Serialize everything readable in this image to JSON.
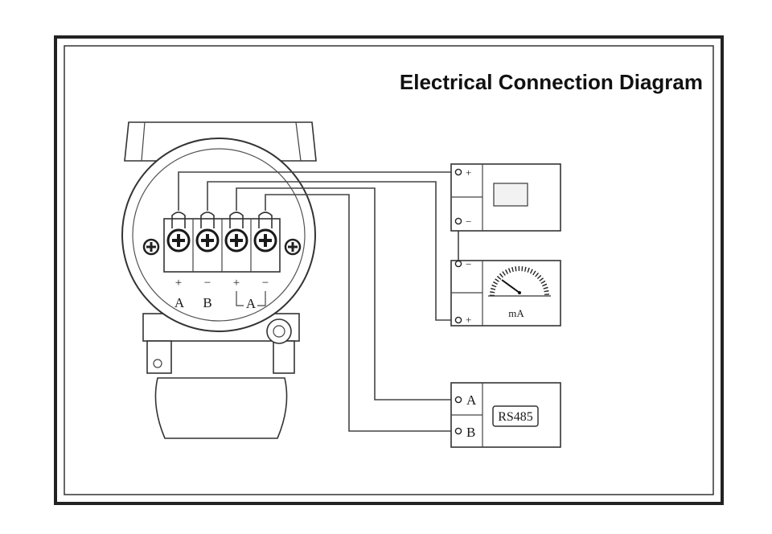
{
  "title": "Electrical Connection Diagram",
  "terminals": [
    {
      "sign": "+",
      "letter": "A"
    },
    {
      "sign": "−",
      "letter": "B"
    },
    {
      "sign": "+",
      "letter": ""
    },
    {
      "sign": "−",
      "letter": ""
    }
  ],
  "current_loop_label": "A",
  "display_box": {
    "plus": "+",
    "minus": "−"
  },
  "ammeter_box": {
    "minus": "−",
    "plus": "+",
    "unit": "mA"
  },
  "rs485_box": {
    "port_a": "A",
    "port_b": "B",
    "label": "RS485"
  }
}
